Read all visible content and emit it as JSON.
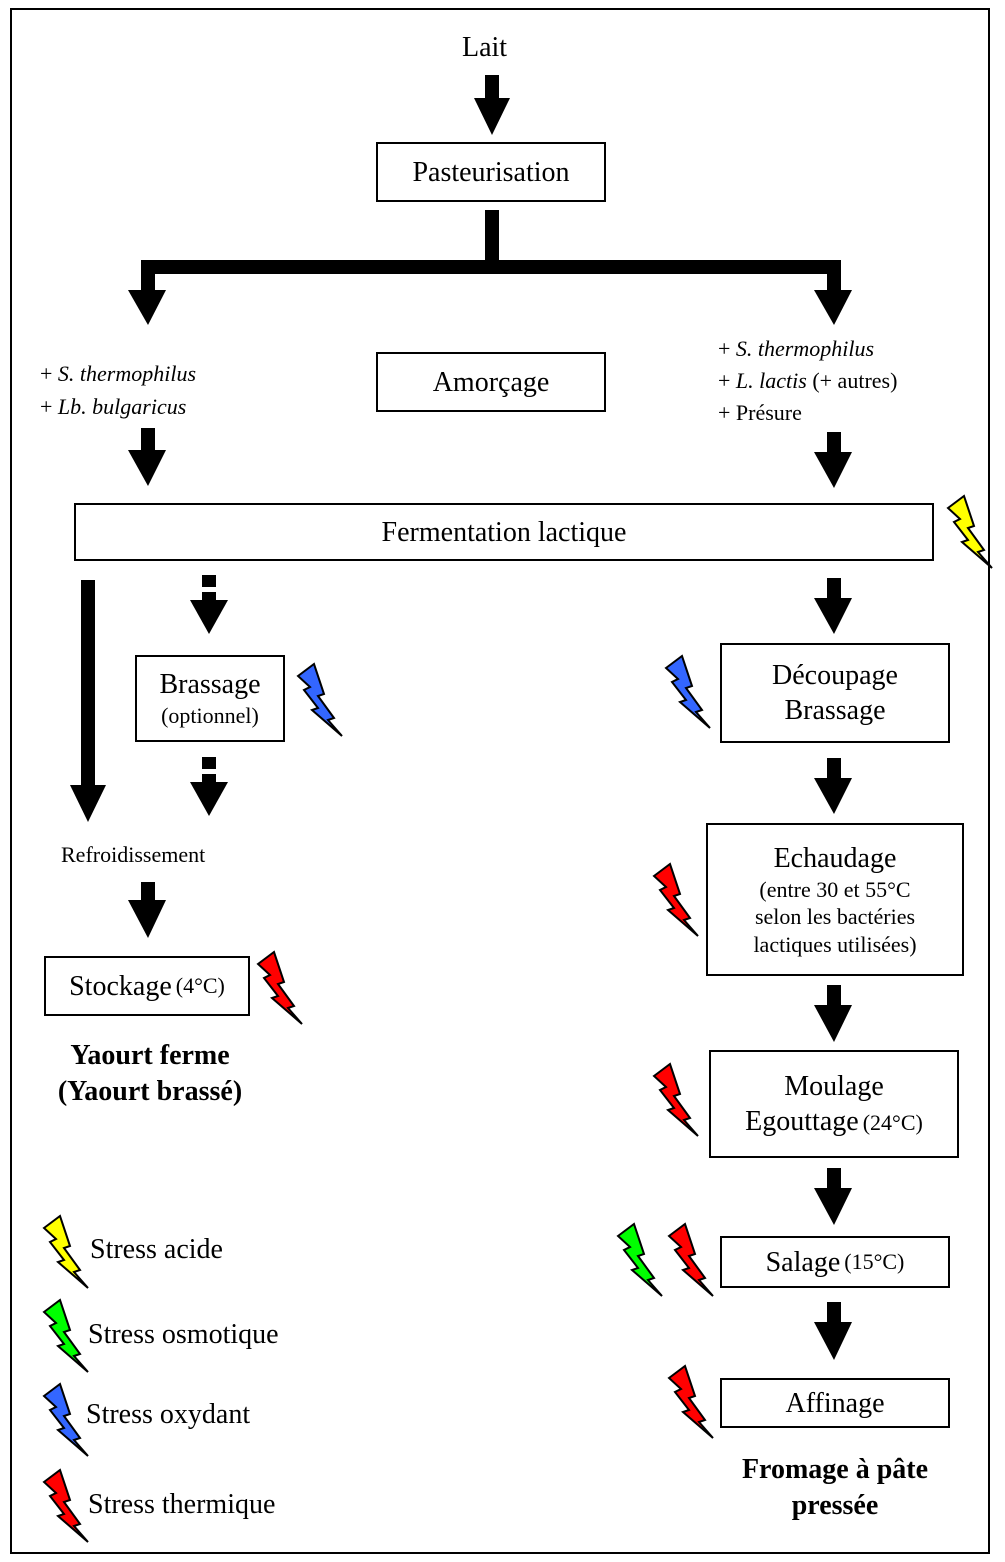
{
  "top": {
    "lait": "Lait",
    "pasteurisation": "Pasteurisation",
    "amorcage": "Amorçage"
  },
  "left_branch": {
    "strains": [
      {
        "prefix": "+ ",
        "name": "S. thermophilus"
      },
      {
        "prefix": "+ ",
        "name": "Lb. bulgaricus"
      }
    ],
    "brassage": "Brassage",
    "brassage_note": "(optionnel)",
    "refroidissement": "Refroidissement",
    "stockage": "Stockage",
    "stockage_temp": "(4°C)",
    "product_line1": "Yaourt ferme",
    "product_line2": "(Yaourt brassé)"
  },
  "fermentation": "Fermentation lactique",
  "right_branch": {
    "strain1_prefix": "+ ",
    "strain1_name": "S. thermophilus",
    "strain2_prefix": "+ ",
    "strain2_name": "L. lactis",
    "strain2_suffix": " (+ autres)",
    "presure": "+ Présure",
    "decoupage": "Découpage",
    "brassage": "Brassage",
    "echaudage": "Echaudage",
    "echaudage_note": [
      "(entre 30 et 55°C",
      "selon les bactéries",
      "lactiques utilisées)"
    ],
    "moulage": "Moulage",
    "egouttage": "Egouttage",
    "egouttage_temp": "(24°C)",
    "salage": "Salage",
    "salage_temp": "(15°C)",
    "affinage": "Affinage",
    "product_line1": "Fromage à pâte",
    "product_line2": "pressée"
  },
  "legend": [
    {
      "label": "Stress acide",
      "icon": "lightning-bolt-icon",
      "color": "#ffff00"
    },
    {
      "label": "Stress osmotique",
      "icon": "lightning-bolt-icon",
      "color": "#00ff00"
    },
    {
      "label": "Stress oxydant",
      "icon": "lightning-bolt-icon",
      "color": "#3366ff"
    },
    {
      "label": "Stress thermique",
      "icon": "lightning-bolt-icon",
      "color": "#ff0000"
    }
  ]
}
